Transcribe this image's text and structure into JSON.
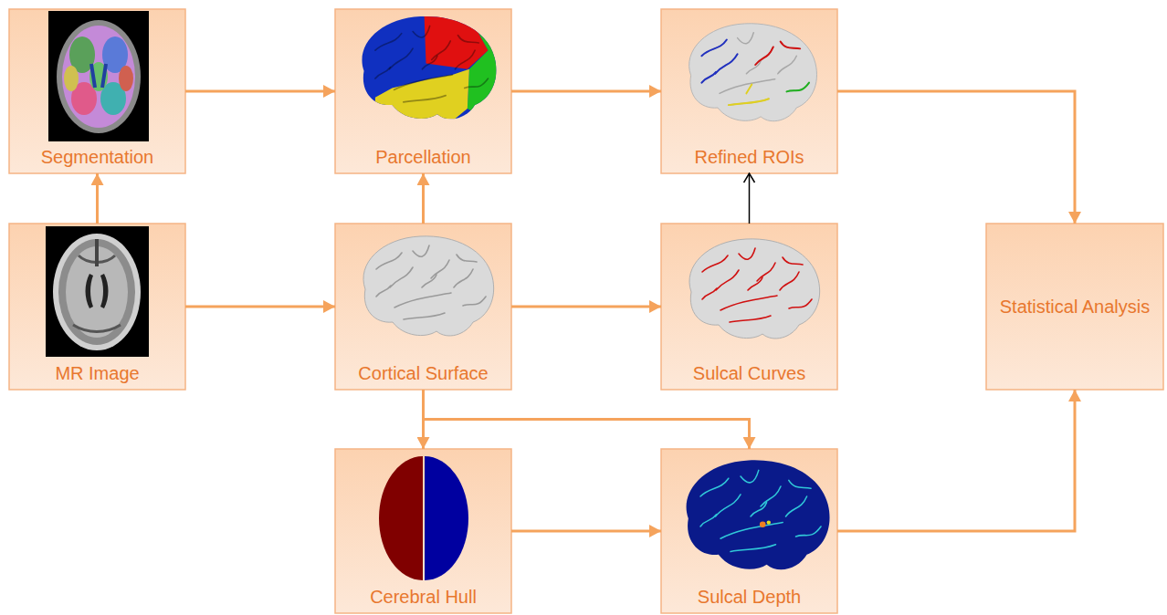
{
  "diagram": {
    "nodes": [
      {
        "text": [
          "Segmentation"
        ]
      },
      {
        "text": [
          "Parcellation"
        ]
      },
      {
        "text": [
          "Refined ROIs"
        ]
      },
      {
        "text": [
          "MR Image"
        ]
      },
      {
        "text": [
          "Cortical Surface"
        ]
      },
      {
        "text": [
          "Sulcal Curves"
        ]
      },
      {
        "text": [
          "Statistical Analysis"
        ]
      },
      {
        "text": [
          "Cerebral Hull"
        ]
      },
      {
        "text": [
          "Sulcal Depth"
        ]
      }
    ],
    "edges": [
      {
        "from": 3,
        "to": 0,
        "arrow": "to"
      },
      {
        "from": 0,
        "to": 1,
        "arrow": "to"
      },
      {
        "from": 1,
        "to": 2,
        "arrow": "to"
      },
      {
        "from": 2,
        "to": 6,
        "arrow": "to"
      },
      {
        "from": 3,
        "to": 4,
        "arrow": "to"
      },
      {
        "from": 4,
        "to": 1,
        "arrow": "to"
      },
      {
        "from": 4,
        "to": 5,
        "arrow": "to"
      },
      {
        "from": 5,
        "to": 2,
        "arrow": "to"
      },
      {
        "from": 4,
        "to": 7,
        "arrow": "to"
      },
      {
        "from": 4,
        "to": 8,
        "arrow": "to"
      },
      {
        "from": 7,
        "to": 8,
        "arrow": "to"
      },
      {
        "from": 8,
        "to": 6,
        "arrow": "to"
      }
    ]
  }
}
